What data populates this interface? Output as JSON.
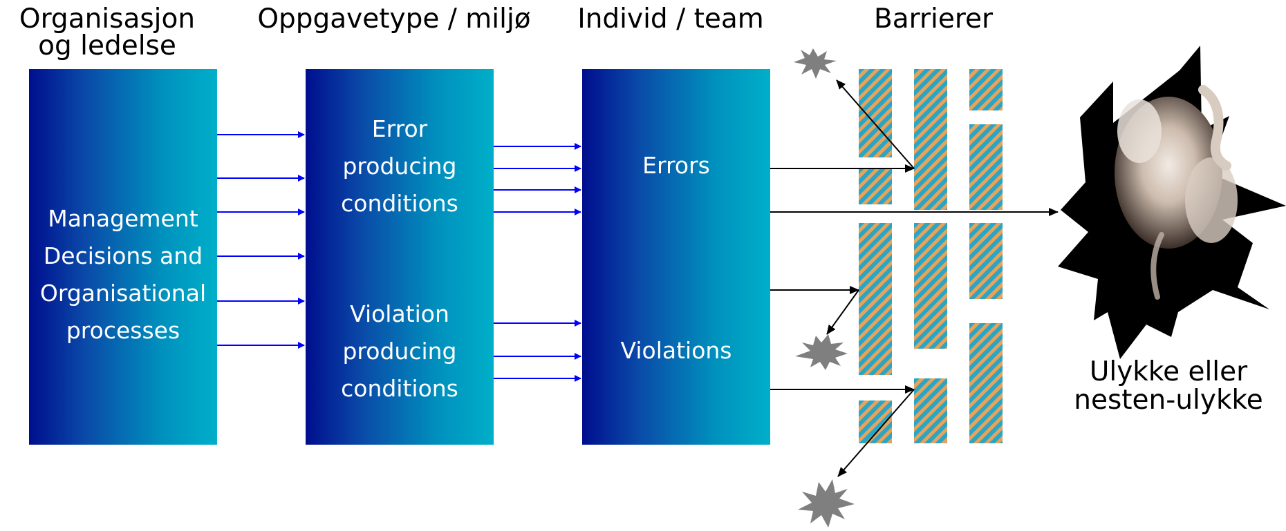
{
  "columns": {
    "org_title_line1": "Organisasjon",
    "org_title_line2": "og ledelse",
    "task_title": "Oppgavetype / miljø",
    "individual_title": "Individ / team",
    "barriers_title": "Barrierer"
  },
  "blocks": {
    "management": [
      "Management",
      "Decisions and",
      "Organisational",
      "processes"
    ],
    "error_conditions": [
      "Error",
      "producing",
      "conditions"
    ],
    "violation_conditions": [
      "Violation",
      "producing",
      "conditions"
    ],
    "errors": "Errors",
    "violations": "Violations"
  },
  "outcome": {
    "line1": "Ulykke eller",
    "line2": "nesten-ulykke"
  },
  "colors": {
    "block_dark": "#000e8e",
    "block_light": "#00afc9",
    "arrow_blue": "#0000ff",
    "arrow_black": "#000000",
    "barrier_teal": "#2aa6c4",
    "barrier_orange": "#e8a25a",
    "spark_gray": "#808080"
  },
  "icons": [
    "explosion-icon",
    "spark-icon"
  ]
}
